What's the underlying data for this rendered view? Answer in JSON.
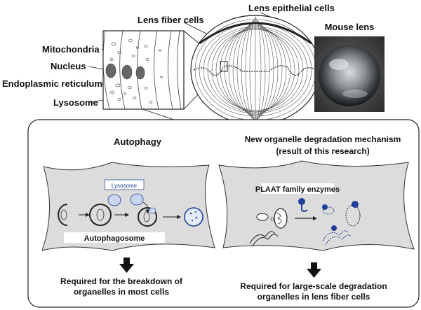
{
  "top": {
    "lens_epithelial_cells": "Lens epithelial cells",
    "lens_fiber_cells": "Lens fiber cells",
    "mouse_lens": "Mouse lens",
    "mitochondria": "Mitochondria",
    "nucleus": "Nucleus",
    "endoplasmic_reticulum": "Endoplasmic reticulum",
    "lysosome": "Lysosome"
  },
  "left_panel": {
    "title": "Autophagy",
    "lysosome_label": "Lysosome",
    "autophagosome_label": "Autophagosome",
    "caption_line1": "Required for the breakdown of",
    "caption_line2": "organelles in most cells"
  },
  "right_panel": {
    "title_line1": "New organelle degradation mechanism",
    "title_line2": "(result of this research)",
    "plaat_label": "PLAAT family enzymes",
    "caption_line1": "Required for large-scale degradation",
    "caption_line2": "organelles in lens fiber cells"
  },
  "colors": {
    "cell_fill": "#dcdcdc",
    "enzyme_blue": "#1f3f9a",
    "lysosome_fill": "#c9d6ec"
  }
}
